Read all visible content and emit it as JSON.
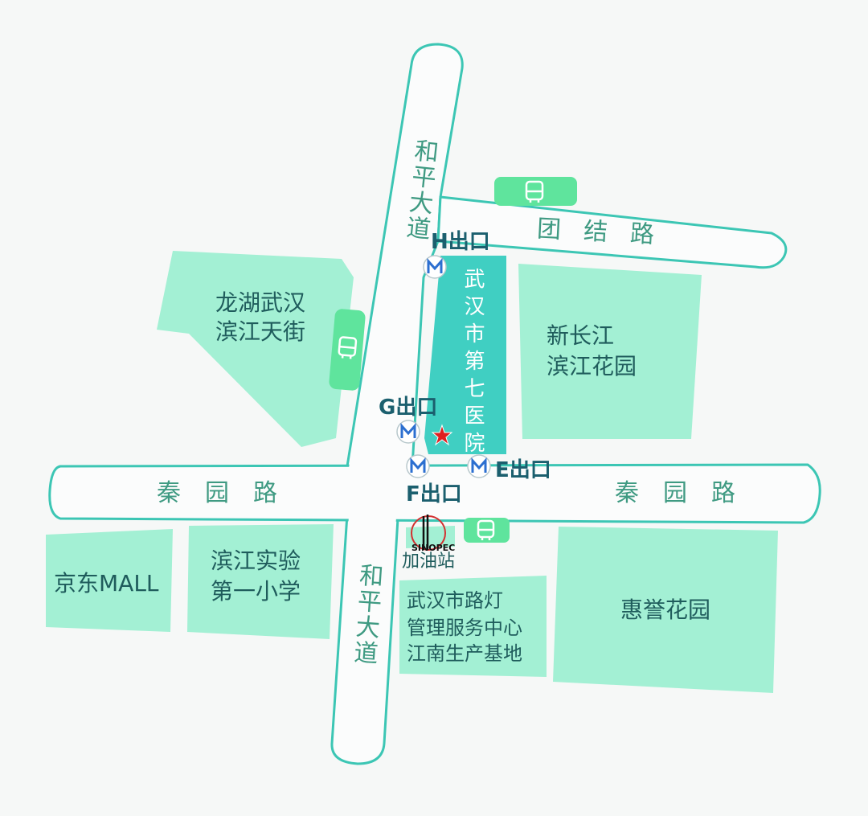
{
  "roads": {
    "heping_top": "和平大道",
    "heping_bottom": "和平大道",
    "tuanjie": "团结路",
    "qinyuan_left": "秦园路",
    "qinyuan_right": "秦园路"
  },
  "places": {
    "longhu": [
      "龙湖武汉",
      "滨江天街"
    ],
    "hospital": "武汉市第七医院",
    "xinchangjiang": [
      "新长江",
      "滨江花园"
    ],
    "jd_mall": "京东MALL",
    "binjiang_school": [
      "滨江实验",
      "第一小学"
    ],
    "gas_station": "加油站",
    "streetlight_center": [
      "武汉市路灯",
      "管理服务中心",
      "江南生产基地"
    ],
    "huiyu": "惠誉花园"
  },
  "exits": {
    "h": "H出口",
    "g": "G出口",
    "e": "E出口",
    "f": "F出口"
  },
  "icons": {
    "metro": "metro-icon",
    "bus": "bus-icon",
    "star": "star-icon",
    "sinopec": "sinopec-logo"
  },
  "logo_text": "SINOPEC",
  "colors": {
    "road_outline": "#3cc6b4",
    "block": "#a3f0d4",
    "hospital": "#40cfc2",
    "bus": "#5fe49d",
    "star": "#e02020"
  }
}
